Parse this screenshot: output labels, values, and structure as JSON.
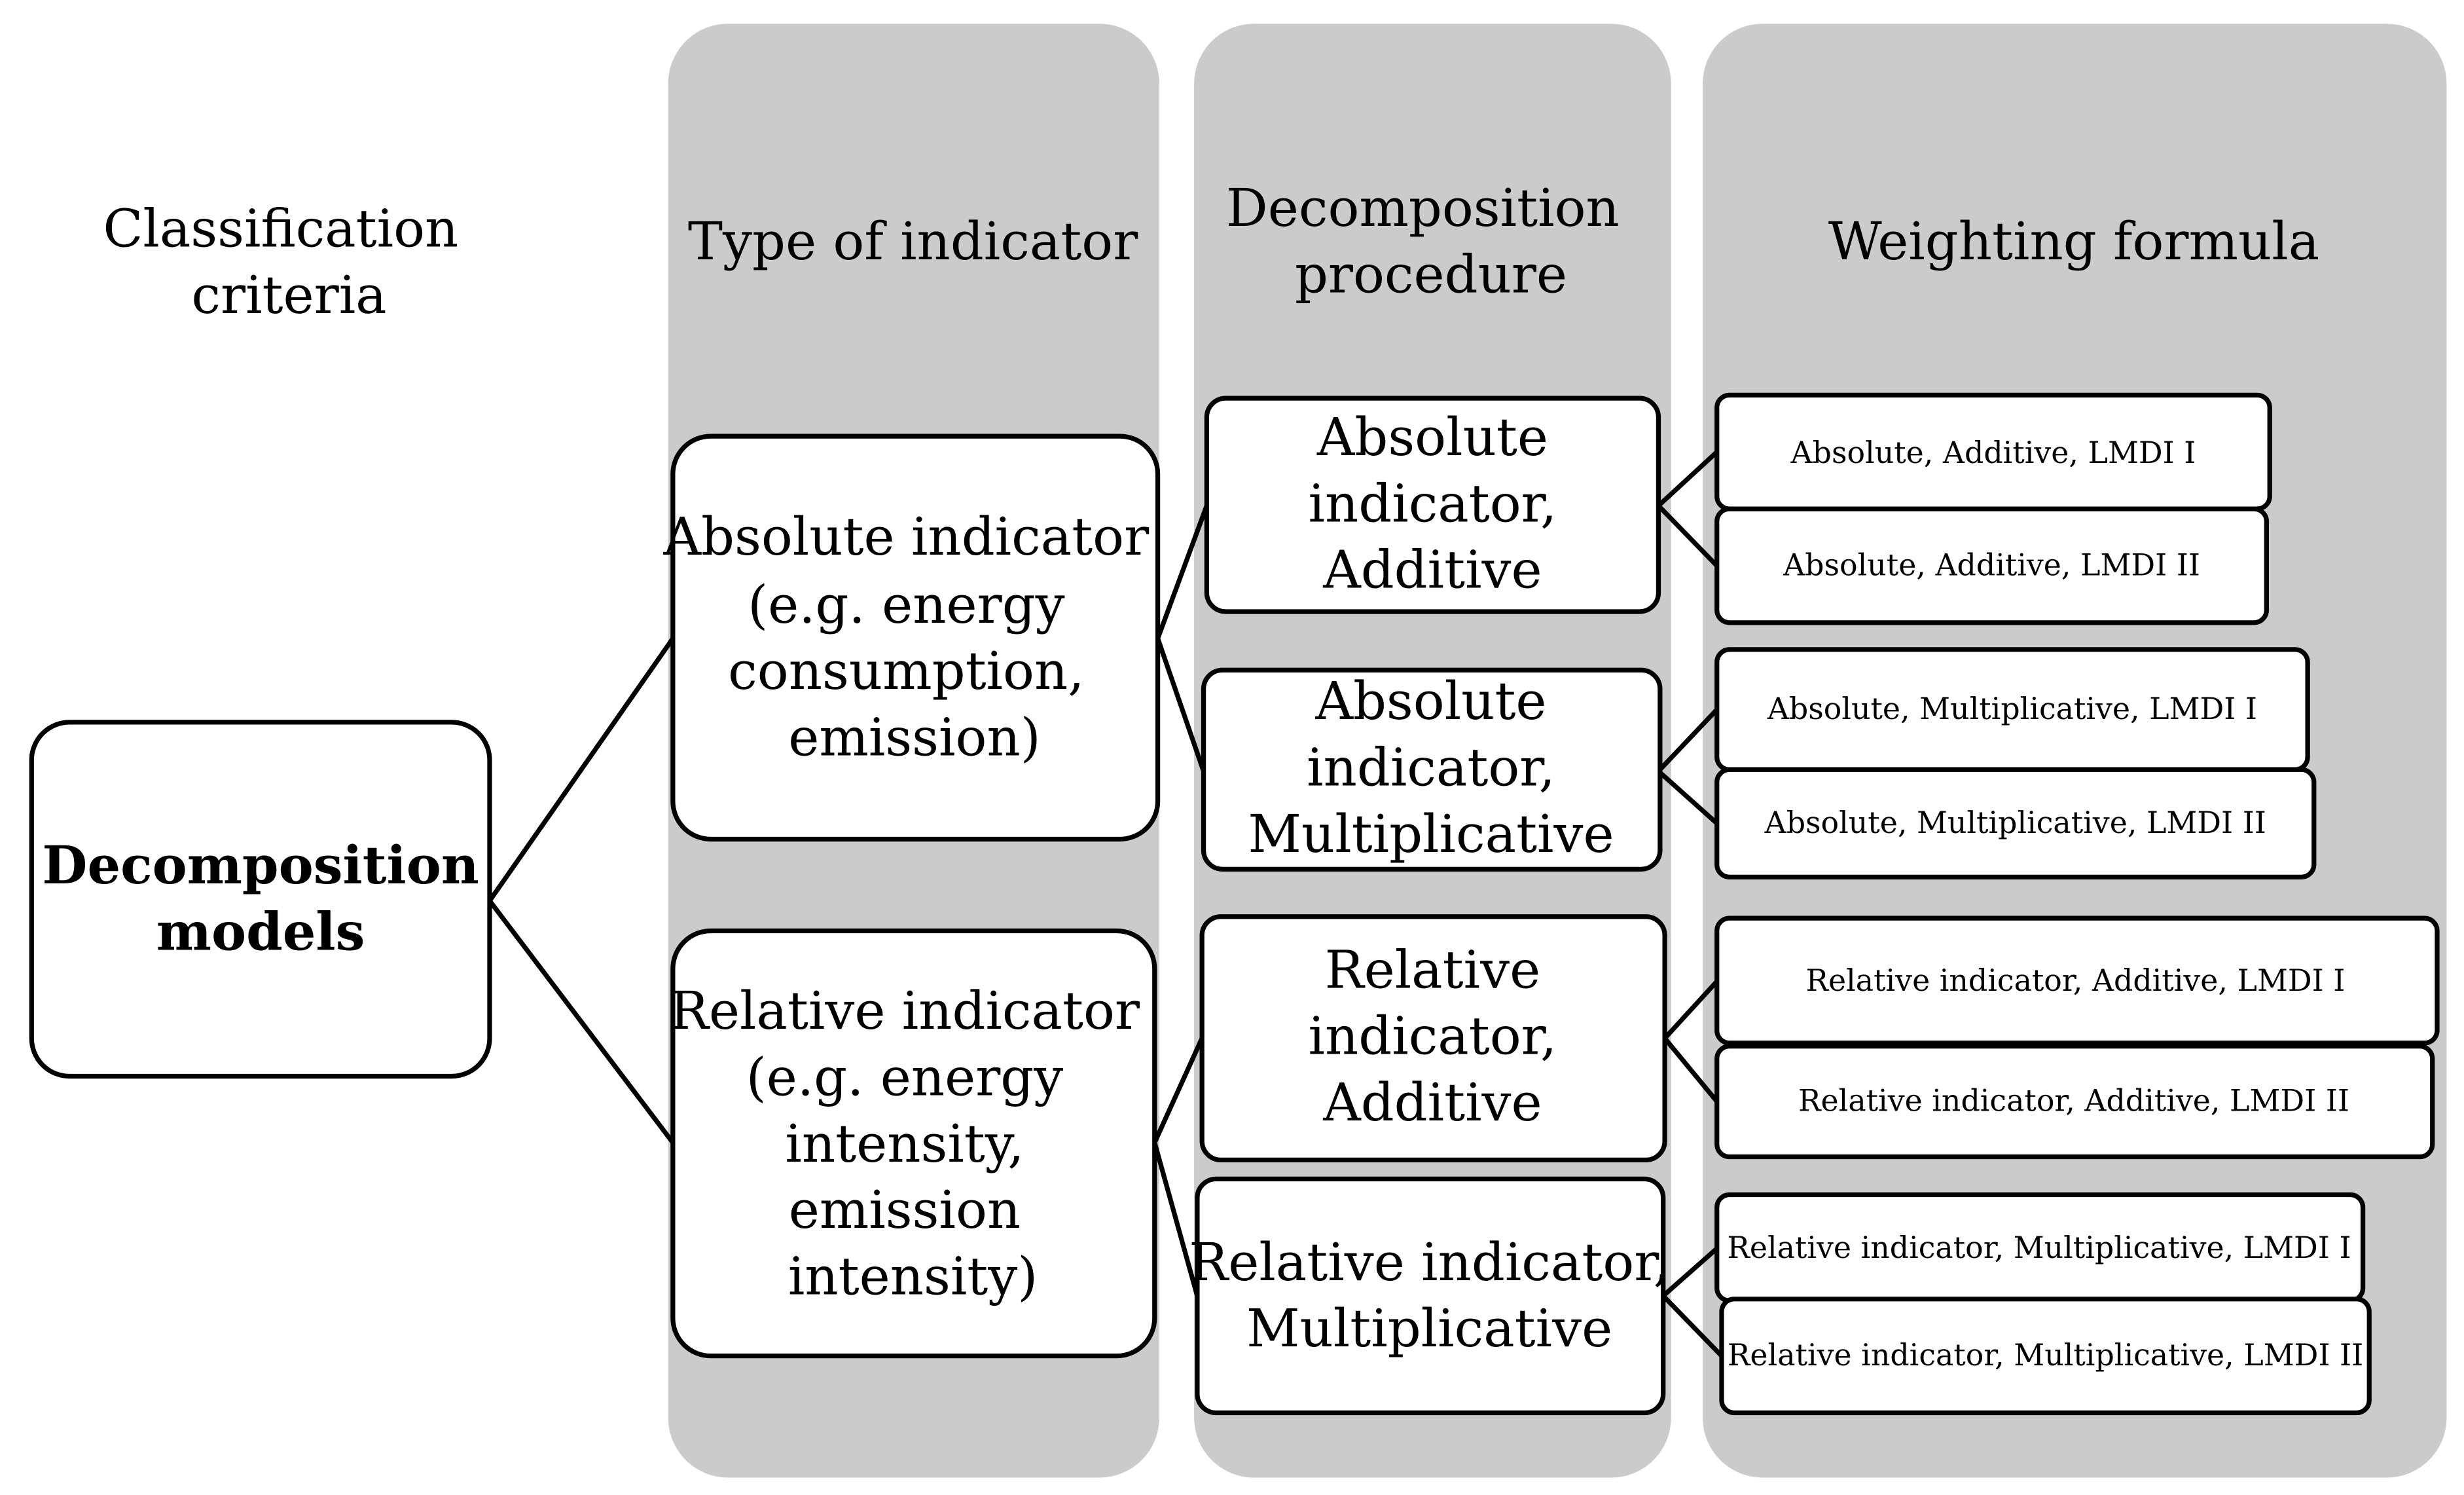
{
  "colors": {
    "column_fill": "#cbcbcb",
    "box_fill": "#ffffff",
    "stroke": "#000000"
  },
  "headers": {
    "criteria": [
      "Classification",
      "criteria"
    ],
    "type": [
      "Type of indicator"
    ],
    "procedure": [
      "Decomposition",
      "procedure"
    ],
    "formula": [
      "Weighting formula"
    ]
  },
  "root": [
    "Decomposition",
    "models"
  ],
  "types": [
    [
      "Absolute indicator",
      "(e.g. energy",
      "consumption,",
      "emission)"
    ],
    [
      "Relative indicator",
      "(e.g. energy",
      "intensity,",
      "emission",
      "intensity)"
    ]
  ],
  "procedures": [
    [
      "Absolute",
      "indicator,",
      "Additive"
    ],
    [
      "Absolute",
      "indicator,",
      "Multiplicative"
    ],
    [
      "Relative",
      "indicator,",
      "Additive"
    ],
    [
      "Relative indicator,",
      "Multiplicative"
    ]
  ],
  "formulas": [
    "Absolute, Additive, LMDI I",
    "Absolute, Additive, LMDI II",
    "Absolute, Multiplicative, LMDI I",
    "Absolute, Multiplicative, LMDI II",
    "Relative indicator, Additive, LMDI I",
    "Relative indicator, Additive, LMDI II",
    "Relative indicator, Multiplicative, LMDI I",
    "Relative indicator, Multiplicative, LMDI II"
  ]
}
